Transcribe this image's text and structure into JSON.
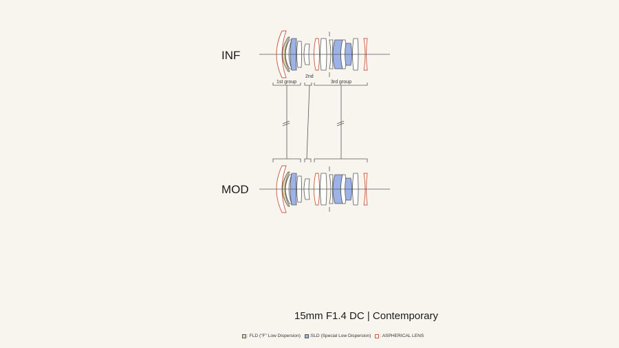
{
  "diagram": {
    "rows": {
      "infinity_label": "INF",
      "mod_label": "MOD"
    },
    "groups": {
      "first": "1st group",
      "second": "2nd",
      "third": "3rd group"
    }
  },
  "product": {
    "title": "15mm F1.4 DC | Contemporary"
  },
  "legend": {
    "items": [
      {
        "swatch_color": "#e2d6ac",
        "label": ": FLD (\"F\" Low Dispersion)"
      },
      {
        "swatch_color": "#9db2e6",
        "label": ":SLD (Special Low Dispersion)"
      },
      {
        "swatch_color": "#ffffff",
        "label": ": ASPHERICAL LENS"
      }
    ]
  },
  "colors": {
    "fld": "#e2d6ac",
    "sld": "#9db2e6",
    "aspherical_outline": "#c9553b",
    "background": "#f8f5ef"
  }
}
